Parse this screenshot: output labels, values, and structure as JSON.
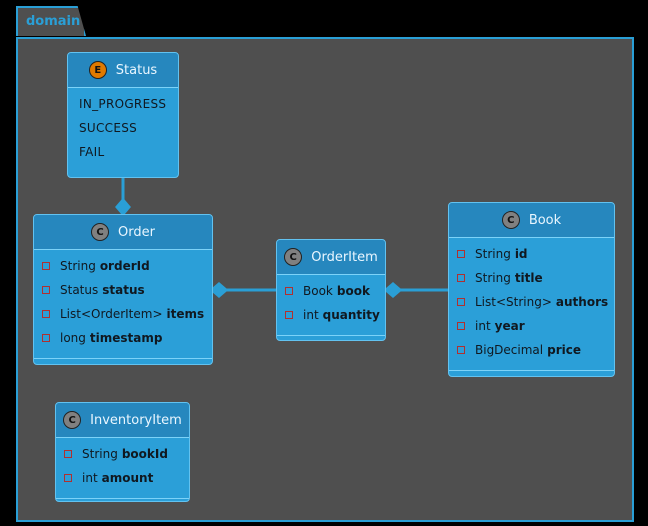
{
  "package": {
    "name": "domain"
  },
  "badge_letters": {
    "class": "C",
    "enum": "E"
  },
  "classes": {
    "status": {
      "name": "Status",
      "kind": "enum",
      "values": [
        "IN_PROGRESS",
        "SUCCESS",
        "FAIL"
      ]
    },
    "order": {
      "name": "Order",
      "kind": "class",
      "fields": [
        {
          "type": "String",
          "name": "orderId"
        },
        {
          "type": "Status",
          "name": "status"
        },
        {
          "type": "List<OrderItem>",
          "name": "items"
        },
        {
          "type": "long",
          "name": "timestamp"
        }
      ]
    },
    "orderitem": {
      "name": "OrderItem",
      "kind": "class",
      "fields": [
        {
          "type": "Book",
          "name": "book"
        },
        {
          "type": "int",
          "name": "quantity"
        }
      ]
    },
    "book": {
      "name": "Book",
      "kind": "class",
      "fields": [
        {
          "type": "String",
          "name": "id"
        },
        {
          "type": "String",
          "name": "title"
        },
        {
          "type": "List<String>",
          "name": "authors"
        },
        {
          "type": "int",
          "name": "year"
        },
        {
          "type": "BigDecimal",
          "name": "price"
        }
      ]
    },
    "inventoryitem": {
      "name": "InventoryItem",
      "kind": "class",
      "fields": [
        {
          "type": "String",
          "name": "bookId"
        },
        {
          "type": "int",
          "name": "amount"
        }
      ]
    }
  },
  "relations": [
    {
      "from": "Order",
      "to": "Status",
      "type": "composition"
    },
    {
      "from": "Order",
      "to": "OrderItem",
      "type": "composition"
    },
    {
      "from": "OrderItem",
      "to": "Book",
      "type": "composition"
    }
  ],
  "colors": {
    "accent": "#2a9fd6",
    "class_fill": "#2b9fd8",
    "package_fill": "#4f4f4f",
    "background": "#000000"
  }
}
